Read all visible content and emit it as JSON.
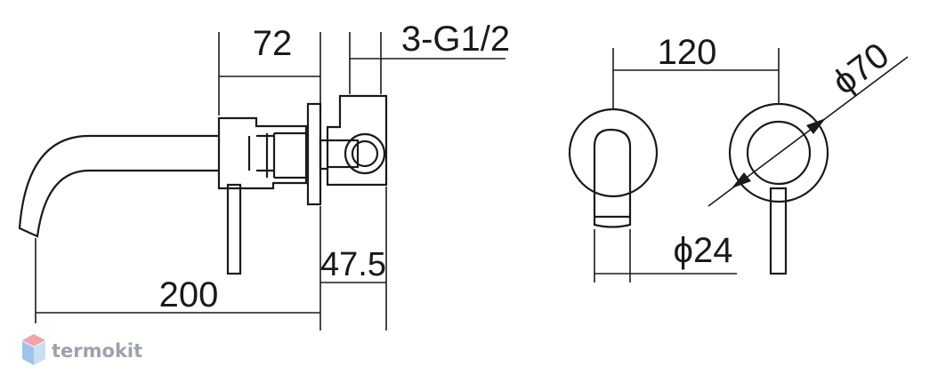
{
  "dimensions": {
    "top_left_width": "72",
    "thread": "3-G1/2",
    "spout_length": "200",
    "body_depth": "47.5",
    "spacing": "120",
    "rosette_diameter": "ϕ70",
    "spout_diameter": "ϕ24"
  },
  "watermark": {
    "brand": "termokit"
  },
  "colors": {
    "line": "#1a1a1a",
    "logo_text": "#9aa3ad",
    "logo_top": "#f4a3a8",
    "logo_left": "#9ec4ea",
    "logo_right": "#c9def4"
  }
}
